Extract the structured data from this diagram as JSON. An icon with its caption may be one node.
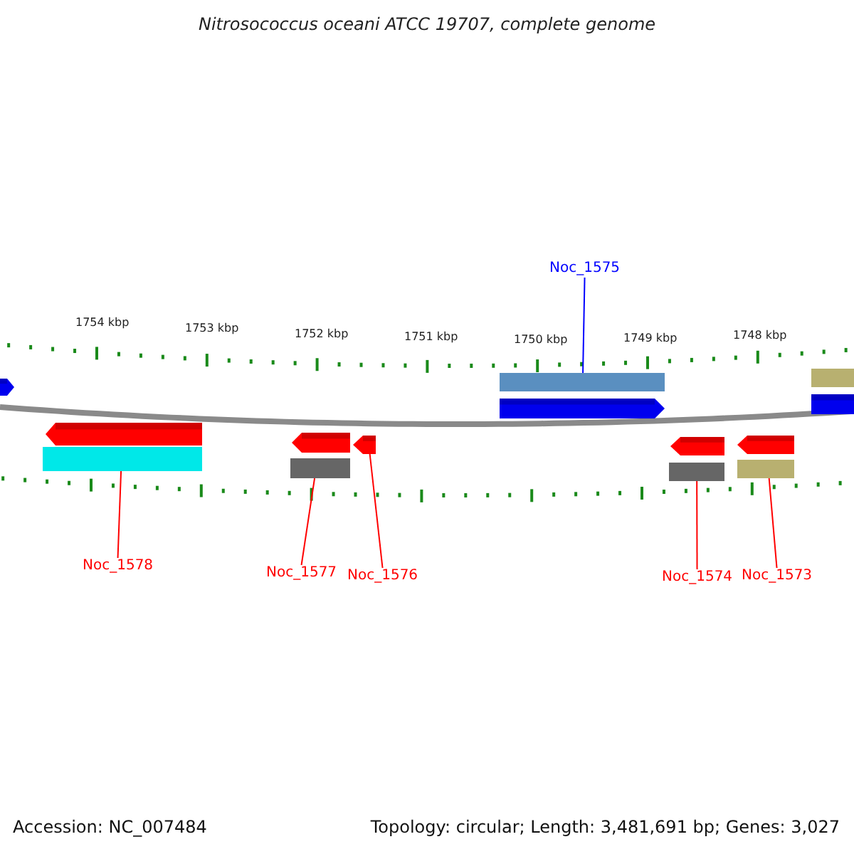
{
  "diagram": {
    "title": "Nitrosococcus oceani ATCC 19707, complete genome",
    "nodes": [
      {
        "text": [
          "Noc_1575"
        ]
      },
      {
        "text": [
          "Noc_1578"
        ]
      },
      {
        "text": [
          "Noc_1577"
        ]
      },
      {
        "text": [
          "Noc_1576"
        ]
      },
      {
        "text": [
          "Noc_1574"
        ]
      },
      {
        "text": [
          "Noc_1573"
        ]
      },
      {
        "text": [],
        "shape": "arrow"
      },
      {
        "text": [],
        "shape": "arrow"
      },
      {
        "text": [],
        "shape": "arrow"
      },
      {
        "text": [],
        "shape": "arrow"
      },
      {
        "text": [],
        "shape": "arrow"
      },
      {
        "text": [],
        "shape": "arrow"
      },
      {
        "text": [],
        "shape": "arrow"
      },
      {
        "text": [],
        "shape": "arrow"
      }
    ],
    "edges": [
      {
        "from": 0,
        "to": 10,
        "arrow": "none",
        "color": "#0000ff"
      },
      {
        "from": 1,
        "to": 7,
        "arrow": "none"
      },
      {
        "from": 2,
        "to": 8,
        "arrow": "none"
      },
      {
        "from": 3,
        "to": 9,
        "arrow": "none"
      },
      {
        "from": 4,
        "to": 11,
        "arrow": "none"
      },
      {
        "from": 5,
        "to": 12,
        "arrow": "none"
      }
    ],
    "labels": [
      "1754 kbp",
      "1753 kbp",
      "1752 kbp",
      "1751 kbp",
      "1750 kbp",
      "1749 kbp",
      "1748 kbp",
      "Accession: NC_007484",
      "Topology: circular; Length: 3,481,691 bp; Genes: 3,027"
    ]
  }
}
